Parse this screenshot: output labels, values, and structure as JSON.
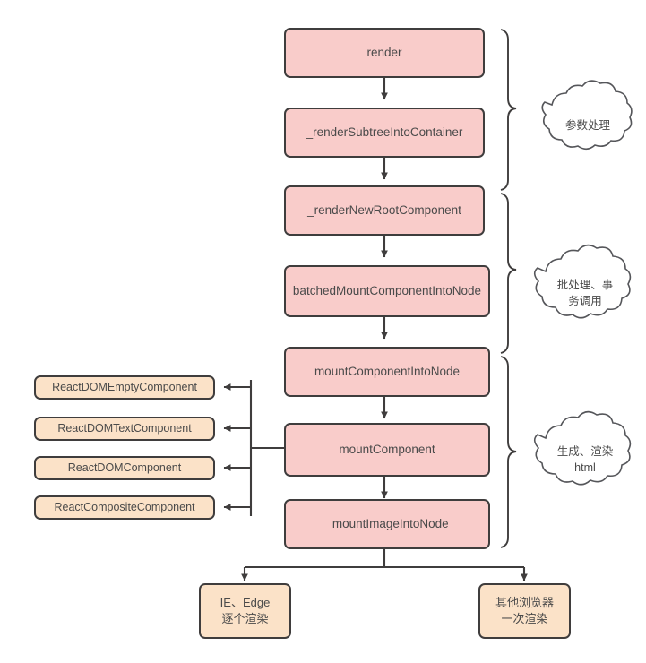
{
  "diagram": {
    "title": "React render pipeline flowchart",
    "colors": {
      "pink_fill": "#f9ccca",
      "peach_fill": "#fbe2c8",
      "stroke": "#3f3d3d",
      "text": "#4a4a4a",
      "background": "#ffffff"
    },
    "main_chain": [
      {
        "id": "render",
        "label": "render"
      },
      {
        "id": "render-subtree-into-container",
        "label": "_renderSubtreeIntoContainer"
      },
      {
        "id": "render-new-root-component",
        "label": "_renderNewRootComponent"
      },
      {
        "id": "batched-mount-component-into-node",
        "label": "batchedMountComponentIntoNode"
      },
      {
        "id": "mount-component-into-node",
        "label": "mountComponentIntoNode"
      },
      {
        "id": "mount-component",
        "label": "mountComponent"
      },
      {
        "id": "mount-image-into-node",
        "label": "_mountImageIntoNode"
      }
    ],
    "side_nodes": [
      {
        "id": "react-dom-empty-component",
        "label": "ReactDOMEmptyComponent"
      },
      {
        "id": "react-dom-text-component",
        "label": "ReactDOMTextComponent"
      },
      {
        "id": "react-dom-component",
        "label": "ReactDOMComponent"
      },
      {
        "id": "react-composite-component",
        "label": "ReactCompositeComponent"
      }
    ],
    "leaf_nodes": [
      {
        "id": "ie-edge-branch",
        "label": "IE、Edge\n逐个渲染"
      },
      {
        "id": "other-browsers-branch",
        "label": "其他浏览器\n一次渲染"
      }
    ],
    "annotations": [
      {
        "id": "params-handling",
        "label": "参数处理"
      },
      {
        "id": "batch-transaction",
        "label": "批处理、事\n务调用"
      },
      {
        "id": "generate-render-html",
        "label": "生成、渲染\nhtml"
      }
    ]
  }
}
